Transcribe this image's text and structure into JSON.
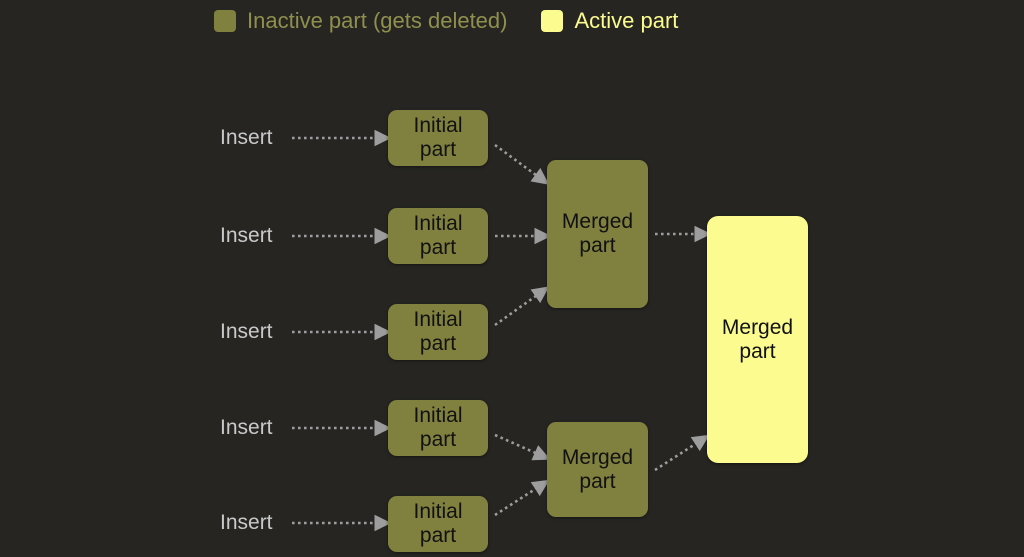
{
  "background_color": "#262522",
  "legend": {
    "entries": [
      {
        "label": "Inactive part (gets deleted)",
        "color": "#80803f",
        "kind": "inactive"
      },
      {
        "label": "Active part",
        "color": "#fbfb8f",
        "kind": "active"
      }
    ]
  },
  "diagram": {
    "title_text": "",
    "insert_label": "Insert",
    "inserts": [
      {
        "label": "Insert"
      },
      {
        "label": "Insert"
      },
      {
        "label": "Insert"
      },
      {
        "label": "Insert"
      },
      {
        "label": "Insert"
      }
    ],
    "initial_parts": [
      {
        "label": "Initial\npart"
      },
      {
        "label": "Initial\npart"
      },
      {
        "label": "Initial\npart"
      },
      {
        "label": "Initial\npart"
      },
      {
        "label": "Initial\npart"
      }
    ],
    "merged_parts": [
      {
        "label": "Merged\npart",
        "state": "inactive"
      },
      {
        "label": "Merged\npart",
        "state": "inactive"
      }
    ],
    "final_part": {
      "label": "Merged\npart",
      "state": "active"
    },
    "arrow_color": "#9d9d9d",
    "arrow_style": "dotted"
  }
}
